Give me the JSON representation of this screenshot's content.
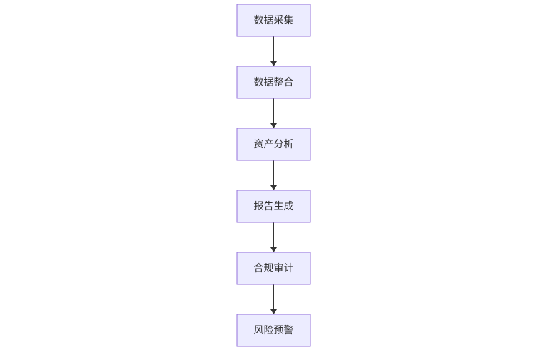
{
  "diagram": {
    "type": "flowchart",
    "direction": "top-down",
    "nodes": [
      {
        "id": "n1",
        "label": "数据采集"
      },
      {
        "id": "n2",
        "label": "数据整合"
      },
      {
        "id": "n3",
        "label": "资产分析"
      },
      {
        "id": "n4",
        "label": "报告生成"
      },
      {
        "id": "n5",
        "label": "合规审计"
      },
      {
        "id": "n6",
        "label": "风险预警"
      }
    ],
    "edges": [
      {
        "from": "n1",
        "to": "n2"
      },
      {
        "from": "n2",
        "to": "n3"
      },
      {
        "from": "n3",
        "to": "n4"
      },
      {
        "from": "n4",
        "to": "n5"
      },
      {
        "from": "n5",
        "to": "n6"
      }
    ],
    "colors": {
      "node_fill": "#ececff",
      "node_border": "#9370db",
      "edge": "#333333",
      "text": "#333333",
      "background": "#ffffff"
    }
  }
}
